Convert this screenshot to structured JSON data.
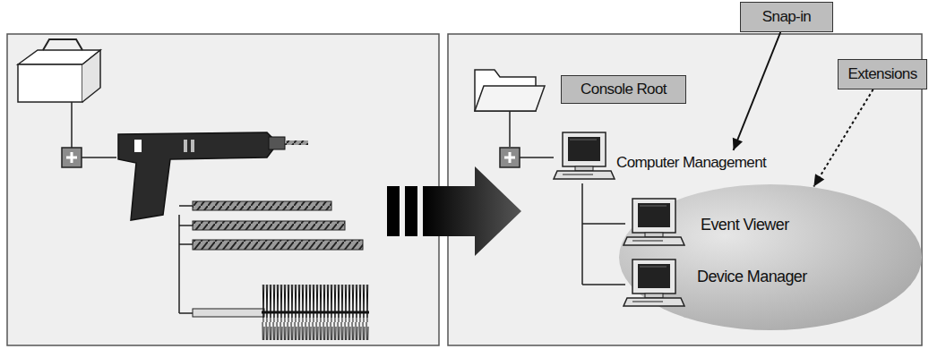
{
  "diagram": {
    "nodes": [
      {
        "text": [
          "Snap-in"
        ]
      },
      {
        "text": [
          "Console Root"
        ]
      },
      {
        "text": [
          "Extensions"
        ]
      },
      {
        "text": [
          "Computer Management"
        ]
      },
      {
        "text": [
          "Event Viewer",
          "Device Manager"
        ]
      }
    ],
    "edges": [
      {
        "from": 0,
        "to": 3,
        "arrow": "to"
      },
      {
        "from": 2,
        "to": 4,
        "arrow": "to"
      }
    ]
  }
}
